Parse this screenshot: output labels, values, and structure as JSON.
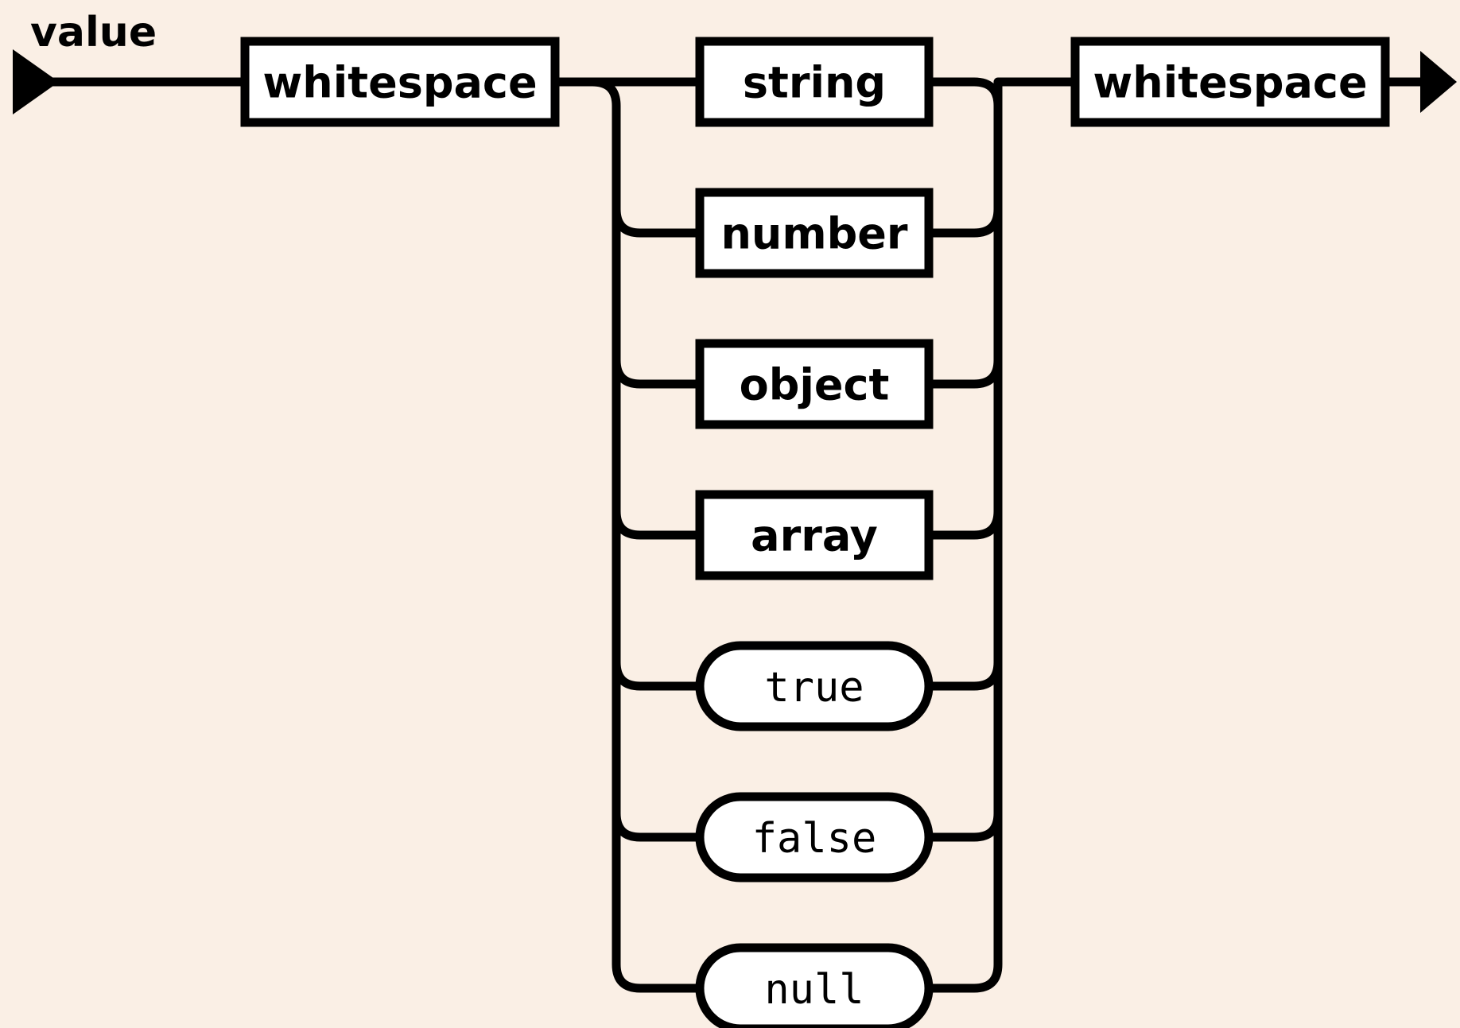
{
  "diagram": {
    "kind": "railroad-syntax-diagram",
    "rule_name": "value",
    "background_color": "#faefe5",
    "line_color": "#000000",
    "node_fill": "#ffffff",
    "start_marker": "solid-triangle-right",
    "end_marker": "solid-arrowhead-right"
  },
  "sequence": {
    "prefix": {
      "label": "whitespace",
      "shape": "rectangle",
      "type": "nonterminal"
    },
    "suffix": {
      "label": "whitespace",
      "shape": "rectangle",
      "type": "nonterminal"
    }
  },
  "choices": [
    {
      "label": "string",
      "shape": "rectangle",
      "type": "nonterminal"
    },
    {
      "label": "number",
      "shape": "rectangle",
      "type": "nonterminal"
    },
    {
      "label": "object",
      "shape": "rectangle",
      "type": "nonterminal"
    },
    {
      "label": "array",
      "shape": "rectangle",
      "type": "nonterminal"
    },
    {
      "label": "true",
      "shape": "pill",
      "type": "terminal"
    },
    {
      "label": "false",
      "shape": "pill",
      "type": "terminal"
    },
    {
      "label": "null",
      "shape": "pill",
      "type": "terminal"
    }
  ]
}
